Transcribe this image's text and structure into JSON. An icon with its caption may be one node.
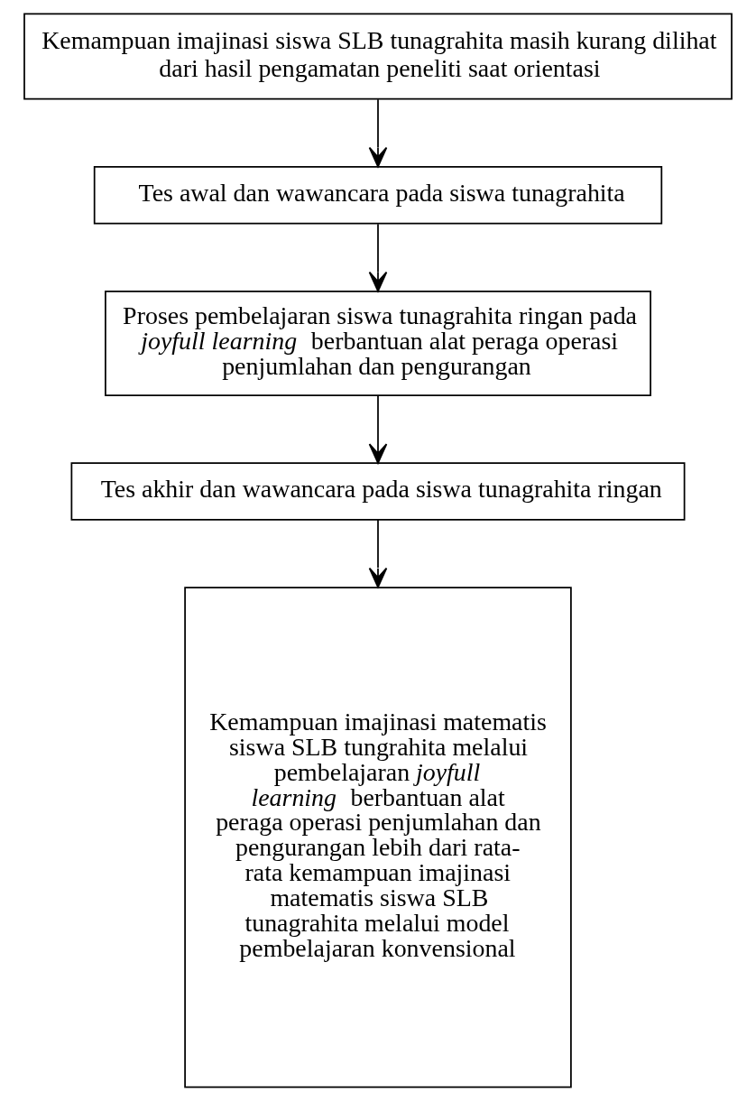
{
  "diagram": {
    "nodes": [
      {
        "text": [
          "Kemampuan imajinasi siswa SLB tunagrahita masih kurang dilihat dari hasil pengamatan peneliti saat orientasi"
        ]
      },
      {
        "text": [
          "Tes awal dan wawancara pada siswa tunagrahita"
        ]
      },
      {
        "text": [
          "Proses pembelajaran siswa tunagrahita ringan pada *joyfull learning* berbantuan alat peraga operasi penjumlahan dan pengurangan"
        ]
      },
      {
        "text": [
          "Tes akhir dan wawancara pada siswa tunagrahita ringan"
        ]
      },
      {
        "text": [
          "Kemampuan imajinasi matematis siswa SLB tungrahita melalui pembelajaran *joyfull learning* berbantuan alat peraga operasi penjumlahan dan pengurangan lebih dari rata-rata kemampuan imajinasi matematis siswa SLB tunagrahita melalui model pembelajaran konvensional"
        ]
      }
    ],
    "edges": [
      {
        "from": 0,
        "to": 1,
        "arrow": "to"
      },
      {
        "from": 1,
        "to": 2,
        "arrow": "to"
      },
      {
        "from": 2,
        "to": 3,
        "arrow": "to"
      },
      {
        "from": 3,
        "to": 4,
        "arrow": "to"
      }
    ]
  }
}
